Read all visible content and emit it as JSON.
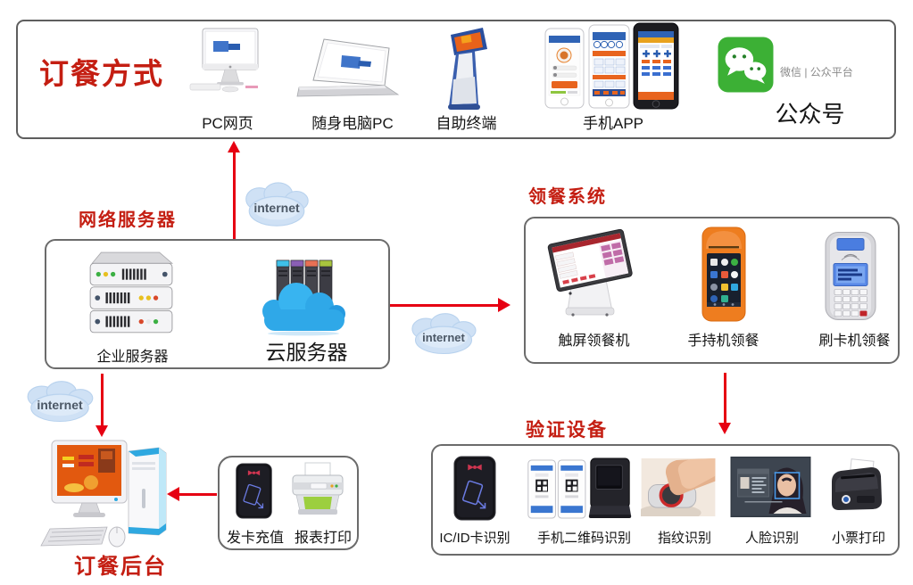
{
  "internet_label": "internet",
  "colors": {
    "title_red": "#c41e12",
    "arrow_red": "#e60012",
    "wechat_green": "#3cb035",
    "cloud_fill": "#cfe1f5",
    "box_border": "#6b6b6b"
  },
  "sections": {
    "ordering": {
      "title": "订餐方式",
      "items": [
        {
          "label": "PC网页",
          "icon": "imac-icon"
        },
        {
          "label": "随身电脑PC",
          "icon": "laptop-icon"
        },
        {
          "label": "自助终端",
          "icon": "kiosk-icon"
        },
        {
          "label": "手机APP",
          "icon": "phones-icon"
        },
        {
          "label": "公众号",
          "icon": "wechat-icon",
          "caption": "微信 | 公众平台"
        }
      ]
    },
    "servers": {
      "title": "网络服务器",
      "items": [
        {
          "label": "企业服务器",
          "icon": "server-rack-icon"
        },
        {
          "label": "云服务器",
          "icon": "cloud-server-icon"
        }
      ]
    },
    "pickup": {
      "title": "领餐系统",
      "items": [
        {
          "label": "触屏领餐机",
          "icon": "pos-terminal-icon"
        },
        {
          "label": "手持机领餐",
          "icon": "handheld-pos-icon"
        },
        {
          "label": "刷卡机领餐",
          "icon": "card-machine-icon"
        }
      ]
    },
    "verify": {
      "title": "验证设备",
      "items": [
        {
          "label": "IC/ID卡识别",
          "icon": "ic-card-reader-icon"
        },
        {
          "label": "手机二维码识别",
          "icon": "qr-scanner-icon"
        },
        {
          "label": "指纹识别",
          "icon": "fingerprint-icon"
        },
        {
          "label": "人脸识别",
          "icon": "face-recognition-icon"
        },
        {
          "label": "小票打印",
          "icon": "receipt-printer-icon"
        }
      ]
    },
    "backend": {
      "title": "订餐后台",
      "items": [
        {
          "label": "发卡充值",
          "icon": "card-issuer-icon"
        },
        {
          "label": "报表打印",
          "icon": "report-printer-icon"
        }
      ]
    }
  }
}
